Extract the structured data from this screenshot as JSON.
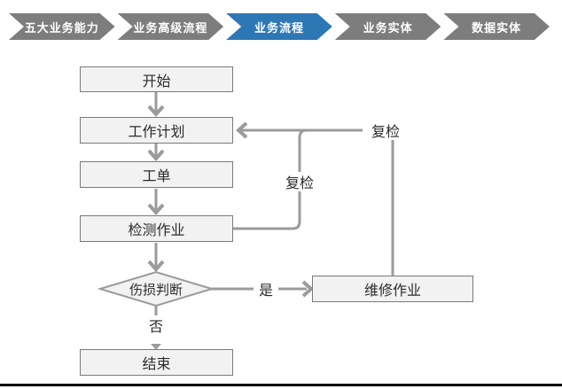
{
  "nav": {
    "tabs": [
      {
        "label": "五大业务能力",
        "active": false
      },
      {
        "label": "业务高级流程",
        "active": false
      },
      {
        "label": "业务流程",
        "active": true
      },
      {
        "label": "业务实体",
        "active": false
      },
      {
        "label": "数据实体",
        "active": false
      }
    ],
    "active_color": "#2e77b5",
    "inactive_color": "#7d7d7d",
    "text_color": "#ffffff"
  },
  "flowchart": {
    "nodes": {
      "start": "开始",
      "work_plan": "工作计划",
      "work_order": "工单",
      "inspection": "检测作业",
      "damage_decision": "伤损判断",
      "repair": "维修作业",
      "end": "结束"
    },
    "edge_labels": {
      "yes": "是",
      "no": "否",
      "recheck_inner": "复检",
      "recheck_outer": "复检"
    },
    "colors": {
      "node_fill": "#f2f2f2",
      "node_border": "#7a7a7a",
      "connector": "#9b9b9b",
      "text": "#2b2b2b"
    }
  }
}
